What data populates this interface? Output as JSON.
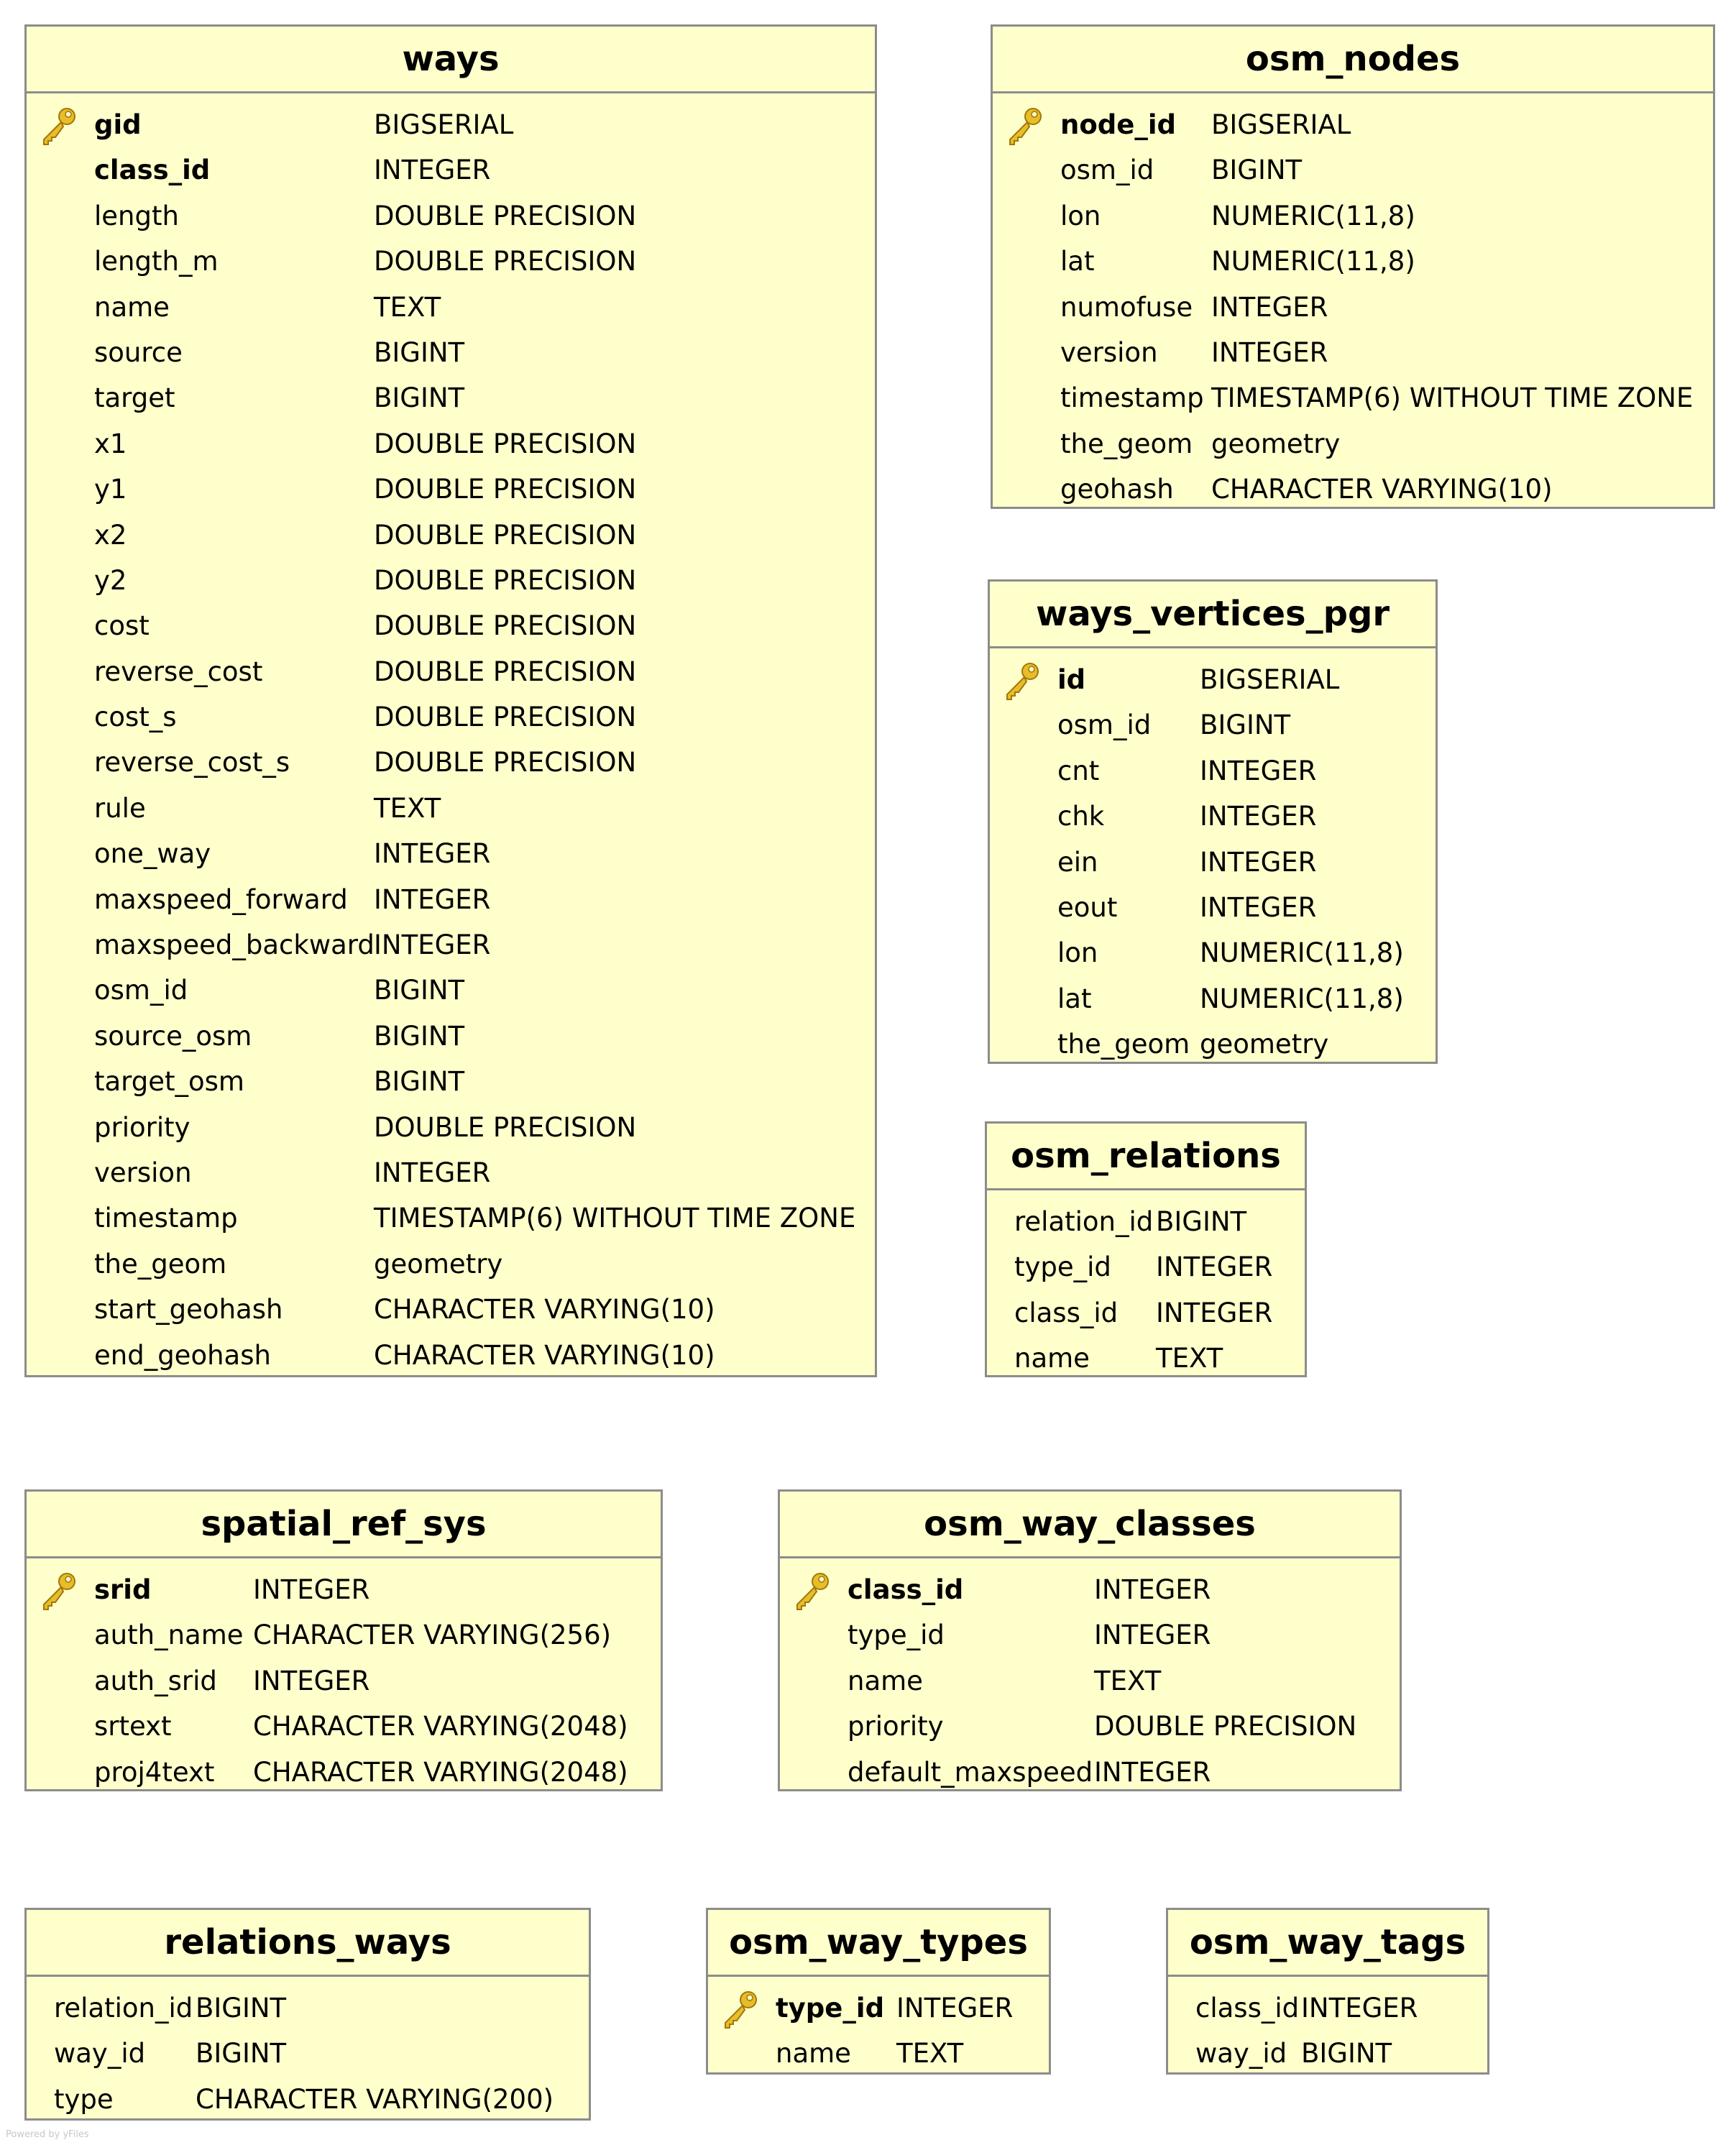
{
  "diagram": {
    "footer": "Powered by yFiles",
    "colors": {
      "table_bg": "#ffffcc",
      "border": "#8c8c8c",
      "key": "#e0b020"
    },
    "tables": [
      {
        "name": "ways",
        "fields": [
          {
            "name": "gid",
            "type": "BIGSERIAL",
            "pk": true
          },
          {
            "name": "class_id",
            "type": "INTEGER",
            "bold": true
          },
          {
            "name": "length",
            "type": "DOUBLE PRECISION"
          },
          {
            "name": "length_m",
            "type": "DOUBLE PRECISION"
          },
          {
            "name": "name",
            "type": "TEXT"
          },
          {
            "name": "source",
            "type": "BIGINT"
          },
          {
            "name": "target",
            "type": "BIGINT"
          },
          {
            "name": "x1",
            "type": "DOUBLE PRECISION"
          },
          {
            "name": "y1",
            "type": "DOUBLE PRECISION"
          },
          {
            "name": "x2",
            "type": "DOUBLE PRECISION"
          },
          {
            "name": "y2",
            "type": "DOUBLE PRECISION"
          },
          {
            "name": "cost",
            "type": "DOUBLE PRECISION"
          },
          {
            "name": "reverse_cost",
            "type": "DOUBLE PRECISION"
          },
          {
            "name": "cost_s",
            "type": "DOUBLE PRECISION"
          },
          {
            "name": "reverse_cost_s",
            "type": "DOUBLE PRECISION"
          },
          {
            "name": "rule",
            "type": "TEXT"
          },
          {
            "name": "one_way",
            "type": "INTEGER"
          },
          {
            "name": "maxspeed_forward",
            "type": "INTEGER"
          },
          {
            "name": "maxspeed_backward",
            "type": "INTEGER"
          },
          {
            "name": "osm_id",
            "type": "BIGINT"
          },
          {
            "name": "source_osm",
            "type": "BIGINT"
          },
          {
            "name": "target_osm",
            "type": "BIGINT"
          },
          {
            "name": "priority",
            "type": "DOUBLE PRECISION"
          },
          {
            "name": "version",
            "type": "INTEGER"
          },
          {
            "name": "timestamp",
            "type": "TIMESTAMP(6) WITHOUT TIME ZONE"
          },
          {
            "name": "the_geom",
            "type": "geometry"
          },
          {
            "name": "start_geohash",
            "type": "CHARACTER VARYING(10)"
          },
          {
            "name": "end_geohash",
            "type": "CHARACTER VARYING(10)"
          }
        ]
      },
      {
        "name": "osm_nodes",
        "fields": [
          {
            "name": "node_id",
            "type": "BIGSERIAL",
            "pk": true
          },
          {
            "name": "osm_id",
            "type": "BIGINT"
          },
          {
            "name": "lon",
            "type": "NUMERIC(11,8)"
          },
          {
            "name": "lat",
            "type": "NUMERIC(11,8)"
          },
          {
            "name": "numofuse",
            "type": "INTEGER"
          },
          {
            "name": "version",
            "type": "INTEGER"
          },
          {
            "name": "timestamp",
            "type": "TIMESTAMP(6) WITHOUT TIME ZONE"
          },
          {
            "name": "the_geom",
            "type": "geometry"
          },
          {
            "name": "geohash",
            "type": "CHARACTER VARYING(10)"
          }
        ]
      },
      {
        "name": "ways_vertices_pgr",
        "fields": [
          {
            "name": "id",
            "type": "BIGSERIAL",
            "pk": true
          },
          {
            "name": "osm_id",
            "type": "BIGINT"
          },
          {
            "name": "cnt",
            "type": "INTEGER"
          },
          {
            "name": "chk",
            "type": "INTEGER"
          },
          {
            "name": "ein",
            "type": "INTEGER"
          },
          {
            "name": "eout",
            "type": "INTEGER"
          },
          {
            "name": "lon",
            "type": "NUMERIC(11,8)"
          },
          {
            "name": "lat",
            "type": "NUMERIC(11,8)"
          },
          {
            "name": "the_geom",
            "type": "geometry"
          }
        ]
      },
      {
        "name": "osm_relations",
        "fields": [
          {
            "name": "relation_id",
            "type": "BIGINT"
          },
          {
            "name": "type_id",
            "type": "INTEGER"
          },
          {
            "name": "class_id",
            "type": "INTEGER"
          },
          {
            "name": "name",
            "type": "TEXT"
          }
        ]
      },
      {
        "name": "spatial_ref_sys",
        "fields": [
          {
            "name": "srid",
            "type": "INTEGER",
            "pk": true
          },
          {
            "name": "auth_name",
            "type": "CHARACTER VARYING(256)"
          },
          {
            "name": "auth_srid",
            "type": "INTEGER"
          },
          {
            "name": "srtext",
            "type": "CHARACTER VARYING(2048)"
          },
          {
            "name": "proj4text",
            "type": "CHARACTER VARYING(2048)"
          }
        ]
      },
      {
        "name": "osm_way_classes",
        "fields": [
          {
            "name": "class_id",
            "type": "INTEGER",
            "pk": true
          },
          {
            "name": "type_id",
            "type": "INTEGER"
          },
          {
            "name": "name",
            "type": "TEXT"
          },
          {
            "name": "priority",
            "type": "DOUBLE PRECISION"
          },
          {
            "name": "default_maxspeed",
            "type": "INTEGER"
          }
        ]
      },
      {
        "name": "relations_ways",
        "fields": [
          {
            "name": "relation_id",
            "type": "BIGINT"
          },
          {
            "name": "way_id",
            "type": "BIGINT"
          },
          {
            "name": "type",
            "type": "CHARACTER VARYING(200)"
          }
        ]
      },
      {
        "name": "osm_way_types",
        "fields": [
          {
            "name": "type_id",
            "type": "INTEGER",
            "pk": true
          },
          {
            "name": "name",
            "type": "TEXT"
          }
        ]
      },
      {
        "name": "osm_way_tags",
        "fields": [
          {
            "name": "class_id",
            "type": "INTEGER"
          },
          {
            "name": "way_id",
            "type": "BIGINT"
          }
        ]
      }
    ]
  }
}
